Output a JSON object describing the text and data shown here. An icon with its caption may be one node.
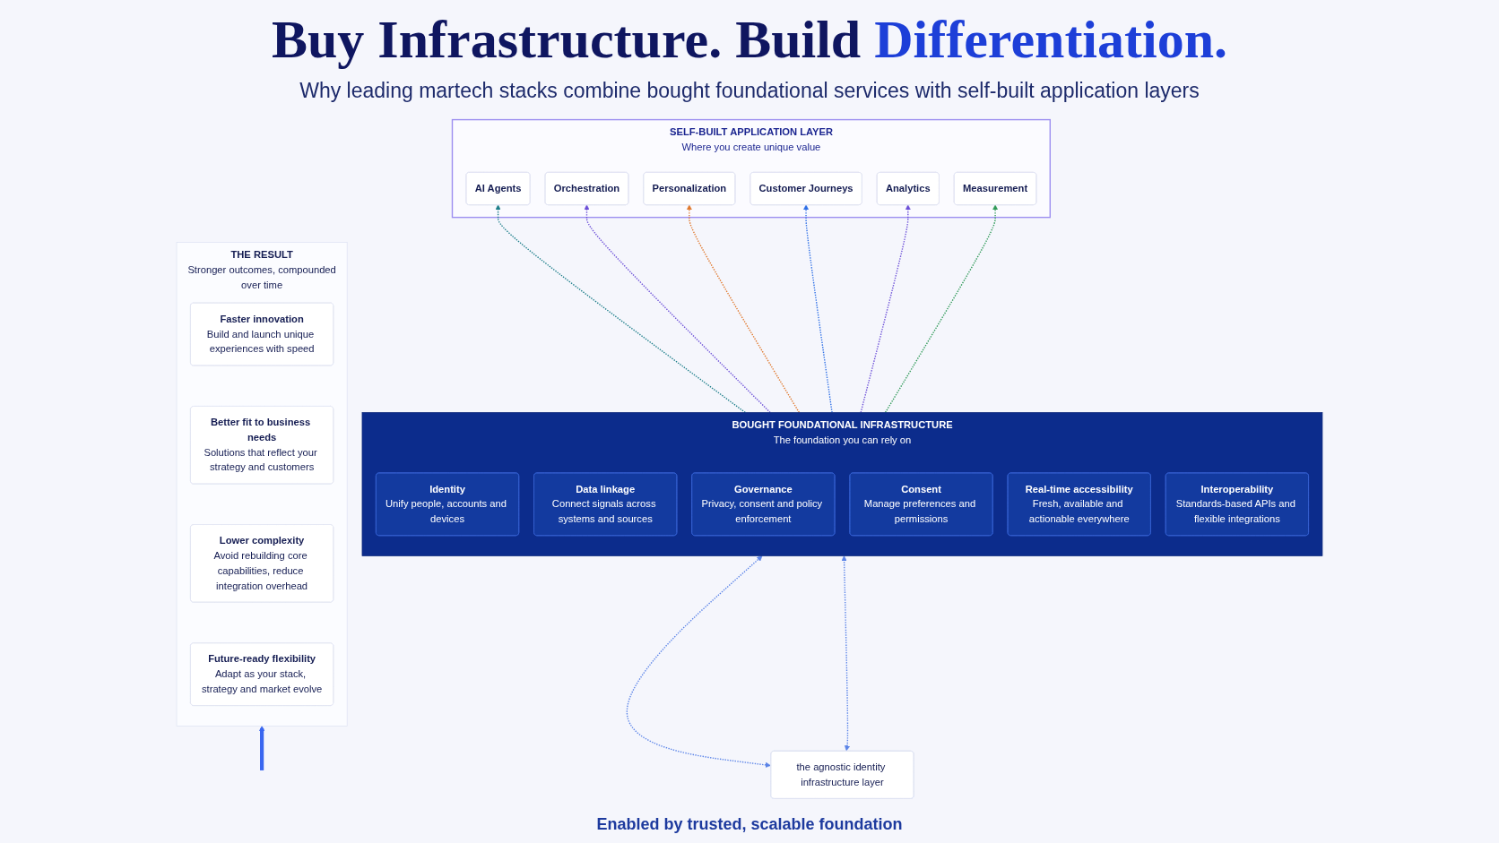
{
  "diagram": {
    "title": "Buy Infrastructure. Build Differentiation.",
    "nodes": [
      {
        "text": [
          "SELF-BUILT APPLICATION LAYER",
          "Where you create unique value"
        ]
      },
      {
        "text": [
          "AI Agents"
        ],
        "in": 0
      },
      {
        "text": [
          "Orchestration"
        ],
        "in": 0
      },
      {
        "text": [
          "Personalization"
        ],
        "in": 0
      },
      {
        "text": [
          "Customer Journeys"
        ],
        "in": 0
      },
      {
        "text": [
          "Analytics"
        ],
        "in": 0
      },
      {
        "text": [
          "Measurement"
        ],
        "in": 0
      },
      {
        "text": [
          "BOUGHT FOUNDATIONAL INFRASTRUCTURE",
          "The foundation you can rely on"
        ]
      },
      {
        "text": [
          "Identity",
          "Unify people, accounts and devices"
        ],
        "in": 7
      },
      {
        "text": [
          "Data linkage",
          "Connect signals across systems and sources"
        ],
        "in": 7
      },
      {
        "text": [
          "Governance",
          "Privacy, consent and policy enforcement"
        ],
        "in": 7
      },
      {
        "text": [
          "Consent",
          "Manage preferences and permissions"
        ],
        "in": 7
      },
      {
        "text": [
          "Real-time accessibility",
          "Fresh, available and actionable everywhere"
        ],
        "in": 7
      },
      {
        "text": [
          "Interoperability",
          "Standards-based APIs and flexible integrations"
        ],
        "in": 7
      },
      {
        "text": [
          "THE RESULT",
          "Stronger outcomes, compounded over time"
        ]
      },
      {
        "text": [
          "Faster innovation",
          "Build and launch unique experiences with speed"
        ],
        "in": 14
      },
      {
        "text": [
          "Better fit to business needs",
          "Solutions that reflect your strategy and customers"
        ],
        "in": 14
      },
      {
        "text": [
          "Lower complexity",
          "Avoid rebuilding core capabilities, reduce integration overhead"
        ],
        "in": 14
      },
      {
        "text": [
          "Future-ready flexibility",
          "Adapt as your stack, strategy and market evolve"
        ],
        "in": 14
      },
      {
        "text": [
          "the agnostic identity infrastructure layer"
        ]
      }
    ],
    "edges": [
      {
        "from": 7,
        "to": 1,
        "arrow": "to",
        "style": "dashed",
        "color": "#1e7f8a"
      },
      {
        "from": 7,
        "to": 2,
        "arrow": "to",
        "style": "dashed",
        "color": "#6c4fd8"
      },
      {
        "from": 7,
        "to": 3,
        "arrow": "to",
        "style": "dashed",
        "color": "#e0782c"
      },
      {
        "from": 7,
        "to": 4,
        "arrow": "to",
        "style": "dashed",
        "color": "#2e6fe6"
      },
      {
        "from": 7,
        "to": 5,
        "arrow": "to",
        "style": "dashed",
        "color": "#6c4fd8"
      },
      {
        "from": 7,
        "to": 6,
        "arrow": "to",
        "style": "dashed",
        "color": "#2f9a58"
      },
      {
        "from": 19,
        "to": 7,
        "arrow": "both",
        "style": "dashed",
        "color": "#5b84e8"
      },
      {
        "from": 19,
        "to": 7,
        "arrow": "both",
        "style": "dashed",
        "color": "#5b84e8"
      },
      {
        "from": null,
        "to": 14,
        "arrow": "to",
        "style": "thick",
        "color": "#3a67f0"
      }
    ],
    "labels": [
      "Why leading martech stacks combine bought foundational services with self-built application layers",
      "Enabled by trusted, scalable foundation"
    ]
  }
}
